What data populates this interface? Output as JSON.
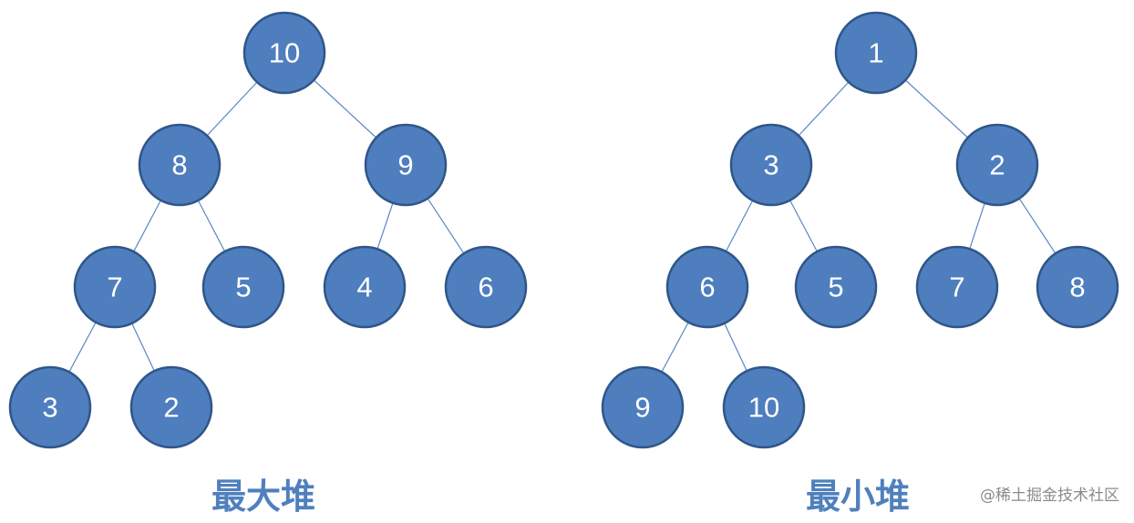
{
  "heaps": [
    {
      "id": "max",
      "title": "最大堆",
      "nodes": [
        "10",
        "8",
        "9",
        "7",
        "5",
        "4",
        "6",
        "3",
        "2"
      ]
    },
    {
      "id": "min",
      "title": "最小堆",
      "nodes": [
        "1",
        "3",
        "2",
        "6",
        "5",
        "7",
        "8",
        "9",
        "10"
      ]
    }
  ],
  "watermark": "@稀土掘金技术社区",
  "colors": {
    "node_fill": "#4f7ebf",
    "node_stroke": "#2f5688",
    "edge": "#5b86c4",
    "title": "#4f80bd",
    "watermark": "#8a8a8a"
  }
}
